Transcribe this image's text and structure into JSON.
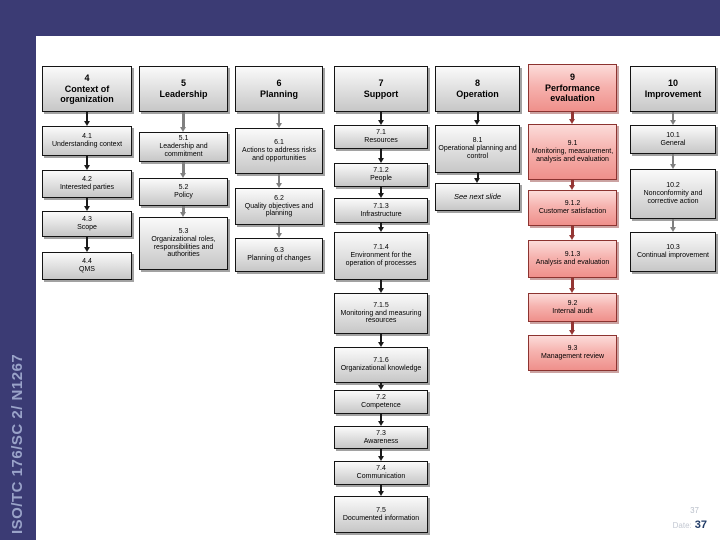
{
  "slide": {
    "sidebar_label": "ISO/TC 176/SC 2/ N1267",
    "footer": {
      "page_number_top": "37",
      "date_label": "Date:",
      "page_number": "37"
    }
  },
  "colors": {
    "background_navy": "#3B3B74",
    "sidebar_text": "#9AA3C9",
    "gray_box_top": "#FAFAFA",
    "gray_box_bottom": "#C7C7C7",
    "red_box_top": "#FCDCDA",
    "red_box_bottom": "#EF908B",
    "red_border": "#8C3330",
    "arrow_black": "#1A1A1A",
    "arrow_gray": "#808080",
    "arrow_red": "#943634",
    "footer_navy": "#1F3A66"
  },
  "diagram": {
    "columns": [
      {
        "num": "4",
        "title": "Context of organization",
        "theme": "gray",
        "boxes": [
          {
            "num": "4.1",
            "label": "Understanding context"
          },
          {
            "num": "4.2",
            "label": "Interested parties"
          },
          {
            "num": "4.3",
            "label": "Scope"
          },
          {
            "num": "4.4",
            "label": "QMS"
          }
        ]
      },
      {
        "num": "5",
        "title": "Leadership",
        "theme": "gray",
        "boxes": [
          {
            "num": "5.1",
            "label": "Leadership and commitment"
          },
          {
            "num": "5.2",
            "label": "Policy"
          },
          {
            "num": "5.3",
            "label": "Organizational roles, responsibilities and authorities"
          }
        ]
      },
      {
        "num": "6",
        "title": "Planning",
        "theme": "gray",
        "boxes": [
          {
            "num": "6.1",
            "label": "Actions to address risks and opportunities"
          },
          {
            "num": "6.2",
            "label": "Quality objectives and planning"
          },
          {
            "num": "6.3",
            "label": "Planning of changes"
          }
        ]
      },
      {
        "num": "7",
        "title": "Support",
        "theme": "gray",
        "boxes": [
          {
            "num": "7.1",
            "label": "Resources"
          },
          {
            "num": "7.1.2",
            "label": "People"
          },
          {
            "num": "7.1.3",
            "label": "Infrastructure"
          },
          {
            "num": "7.1.4",
            "label": "Environment for the operation of processes"
          },
          {
            "num": "7.1.5",
            "label": "Monitoring and measuring resources"
          },
          {
            "num": "7.1.6",
            "label": "Organizational knowledge"
          },
          {
            "num": "7.2",
            "label": "Competence"
          },
          {
            "num": "7.3",
            "label": "Awareness"
          },
          {
            "num": "7.4",
            "label": "Communication"
          },
          {
            "num": "7.5",
            "label": "Documented information"
          }
        ]
      },
      {
        "num": "8",
        "title": "Operation",
        "theme": "gray",
        "boxes": [
          {
            "num": "8.1",
            "label": "Operational planning and control"
          },
          {
            "num": "",
            "label": "See next slide",
            "italic": true
          }
        ]
      },
      {
        "num": "9",
        "title": "Performance evaluation",
        "theme": "red",
        "boxes": [
          {
            "num": "9.1",
            "label": "Monitoring, measurement, analysis and evaluation"
          },
          {
            "num": "9.1.2",
            "label": "Customer satisfaction"
          },
          {
            "num": "9.1.3",
            "label": "Analysis and evaluation"
          },
          {
            "num": "9.2",
            "label": "Internal audit"
          },
          {
            "num": "9.3",
            "label": "Management review"
          }
        ]
      },
      {
        "num": "10",
        "title": "Improvement",
        "theme": "gray",
        "boxes": [
          {
            "num": "10.1",
            "label": "General"
          },
          {
            "num": "10.2",
            "label": "Nonconformity and corrective action"
          },
          {
            "num": "10.3",
            "label": "Continual improvement"
          }
        ]
      }
    ]
  }
}
